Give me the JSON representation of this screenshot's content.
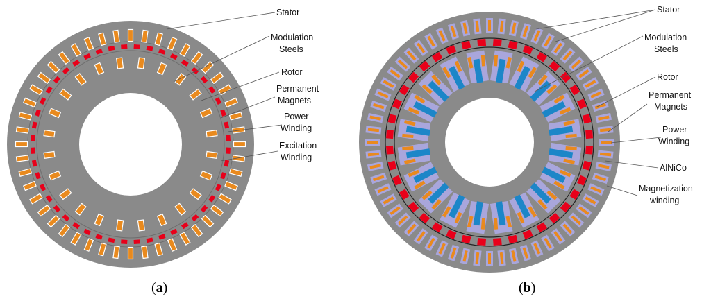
{
  "colors": {
    "background": "#ffffff",
    "steel": "#8a8a8a",
    "steel_edge": "#6e6e6e",
    "bore": "#ffffff",
    "magnet": "#e8001a",
    "copper": "#e98a1e",
    "alnico": "#1c86c8",
    "slot_liner": "#a9a6dc",
    "leader": "#555555"
  },
  "figure_a": {
    "caption_open": "(",
    "caption_letter": "a",
    "caption_close": ")",
    "labels": {
      "stator": "Stator",
      "modulation_1": "Modulation",
      "modulation_2": "Steels",
      "rotor": "Rotor",
      "pm_1": "Permanent",
      "pm_2": "Magnets",
      "power_1": "Power",
      "power_2": "Winding",
      "excitation_1": "Excitation",
      "excitation_2": "Winding"
    }
  },
  "figure_b": {
    "caption_open": "(",
    "caption_letter": "b",
    "caption_close": ")",
    "labels": {
      "stator": "Stator",
      "modulation_1": "Modulation",
      "modulation_2": "Steels",
      "rotor": "Rotor",
      "pm_1": "Permanent",
      "pm_2": "Magnets",
      "power_1": "Power",
      "power_2": "Winding",
      "alnico": "AlNiCo",
      "magnetization_1": "Magnetization",
      "magnetization_2": "winding"
    }
  }
}
